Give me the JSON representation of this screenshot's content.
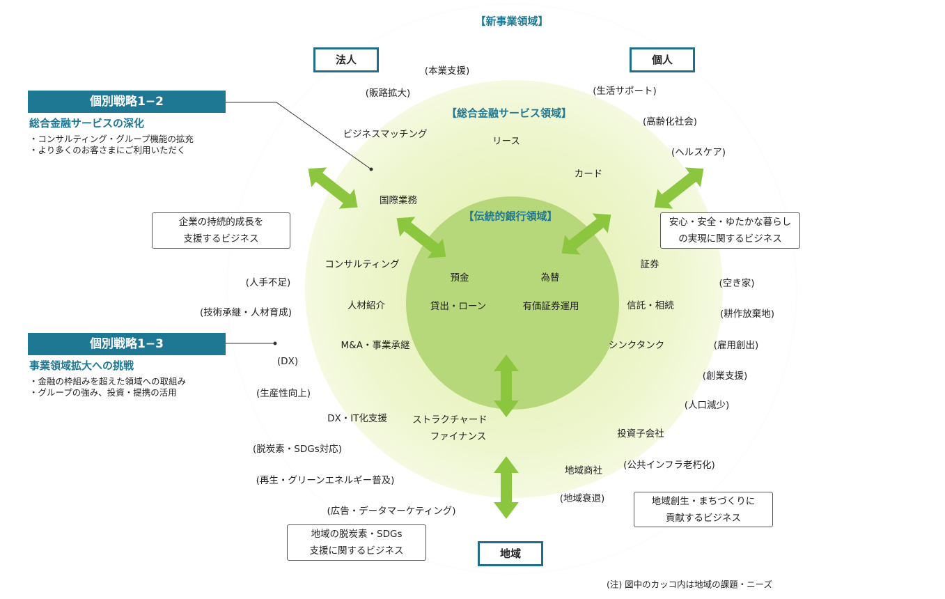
{
  "new_domain_title": "【新事業領域】",
  "categories": {
    "corporate": "法人",
    "individual": "個人",
    "region": "地域"
  },
  "outer_needs": [
    "(本業支援)",
    "(販路拡大)",
    "(生活サポート)",
    "(高齢化社会)",
    "(ヘルスケア)",
    "(人手不足)",
    "(技術承継・人材育成)",
    "(DX)",
    "(生産性向上)",
    "(脱炭素・SDGs対応)",
    "(再生・グリーンエネルギー普及)",
    "(広告・データマーケティング)",
    "(地域衰退)",
    "(公共インフラ老朽化)",
    "(人口減少)",
    "(創業支援)",
    "(雇用創出)",
    "(耕作放棄地)",
    "(空き家)"
  ],
  "business_boxes": [
    {
      "line1": "企業の持続的成長を",
      "line2": "支援するビジネス"
    },
    {
      "line1": "安心・安全・ゆたかな暮らし",
      "line2": "の実現に関するビジネス"
    },
    {
      "line1": "地域創生・まちづくりに",
      "line2": "貢献するビジネス"
    },
    {
      "line1": "地域の脱炭素・SDGs",
      "line2": "支援に関するビジネス"
    }
  ],
  "financial_domain": {
    "title": "【総合金融サービス領域】",
    "items": [
      "ビジネスマッチング",
      "リース",
      "カード",
      "国際業務",
      "コンサルティング",
      "人材紹介",
      "M&A・事業承継",
      "DX・IT化支援",
      "ストラクチャード",
      "ファイナンス",
      "投資子会社",
      "地域商社",
      "証券",
      "信託・相続",
      "シンクタンク"
    ]
  },
  "traditional_domain": {
    "title": "【伝統的銀行領域】",
    "items": [
      "預金",
      "為替",
      "貸出・ローン",
      "有価証券運用"
    ]
  },
  "strategies": [
    {
      "header": "個別戦略1−2",
      "subtitle": "総合金融サービスの深化",
      "bullets": [
        "・コンサルティング・グループ機能の拡充",
        "・より多くのお客さまにご利用いただく"
      ]
    },
    {
      "header": "個別戦略1−3",
      "subtitle": "事業領域拡大への挑戦",
      "bullets": [
        "・金融の枠組みを超えた領域への取組み",
        "・グループの強み、投資・提携の活用"
      ]
    }
  ],
  "note": "(注) 図中のカッコ内は地域の課題・ニーズ",
  "colors": {
    "accent": "#1f7893",
    "arrow": "#8cc63f",
    "inner": "#b6d87a"
  }
}
